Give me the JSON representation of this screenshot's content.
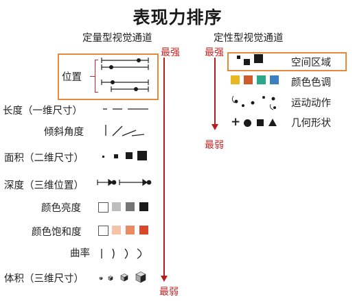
{
  "title": "表现力排序",
  "quantitative": {
    "header": "定量型视觉通道",
    "strongest": "最强",
    "weakest": "最弱",
    "channels": [
      {
        "label": "位置"
      },
      {
        "label": "长度（一维尺寸）"
      },
      {
        "label": "倾斜角度"
      },
      {
        "label": "面积（二维尺寸）"
      },
      {
        "label": "深度（三维位置）"
      },
      {
        "label": "颜色亮度",
        "colors": [
          "#ffffff",
          "#bdbdbd",
          "#757575",
          "#1a1a1a"
        ]
      },
      {
        "label": "颜色饱和度",
        "colors": [
          "#ffffff",
          "#f7c3a8",
          "#ec8a63",
          "#d9482a"
        ]
      },
      {
        "label": "曲率"
      },
      {
        "label": "体积（三维尺寸）"
      }
    ]
  },
  "qualitative": {
    "header": "定性型视觉通道",
    "strongest": "最强",
    "weakest": "最弱",
    "channels": [
      {
        "label": "空间区域"
      },
      {
        "label": "颜色色调",
        "colors": [
          "#e8b820",
          "#cf5a2c",
          "#2ba88a",
          "#3a7fc0"
        ]
      },
      {
        "label": "运动动作"
      },
      {
        "label": "几何形状"
      }
    ]
  },
  "colors": {
    "highlight_box": "#e58a3c",
    "arrow": "#b71c1c",
    "ink": "#1a1a1a"
  }
}
